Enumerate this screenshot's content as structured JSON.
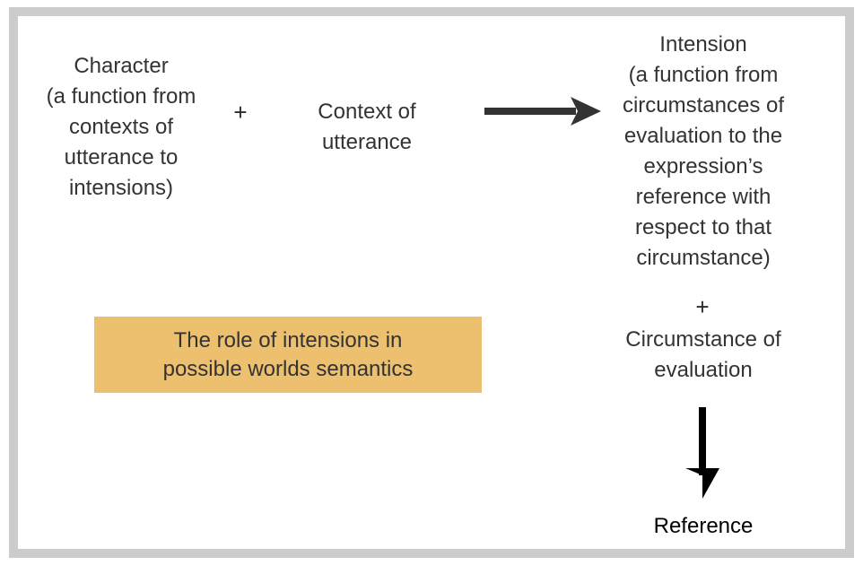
{
  "diagram": {
    "title": "The role of intensions in possible worlds semantics",
    "frame_color": "#cccccc",
    "text_color": "#333333",
    "accent_color": "#edc06f",
    "arrow_color": "#333333",
    "left": {
      "character": "Character\n(a function from\ncontexts of\nutterance to\nintensions)",
      "plus": "+",
      "context": "Context of\nutterance"
    },
    "right": {
      "intension": "Intension\n(a function from\ncircumstances of\nevaluation to the\nexpression’s\nreference with\nrespect to that\ncircumstance)",
      "plus": "+",
      "circumstance": "Circumstance of\nevaluation",
      "reference": "Reference"
    },
    "caption": {
      "line1": "The role of intensions in",
      "line2": "possible worlds semantics",
      "full": "The role of intensions in\npossible worlds semantics"
    },
    "arrows": {
      "horizontal": "arrow-right-icon",
      "vertical": "arrow-down-icon"
    }
  }
}
